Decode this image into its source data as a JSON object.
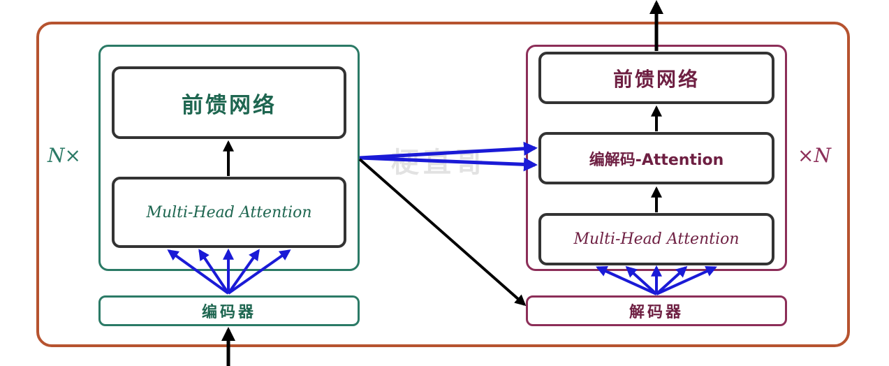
{
  "encoder": {
    "repeat_label": "N×",
    "ffn_label": "前馈网络",
    "mha_label": "Multi-Head Attention",
    "input_label": "编码器"
  },
  "decoder": {
    "repeat_label": "×N",
    "ffn_label": "前馈网络",
    "cross_attention_label": "编解码-Attention",
    "mha_label": "Multi-Head Attention",
    "input_label": "解码器"
  },
  "watermark": "梗直哥",
  "colors": {
    "outer_border": "#b6532f",
    "encoder": "#2b7a66",
    "decoder": "#8c2e58",
    "attention_arrows": "#1a1ad6",
    "flow_arrows": "#000000"
  }
}
